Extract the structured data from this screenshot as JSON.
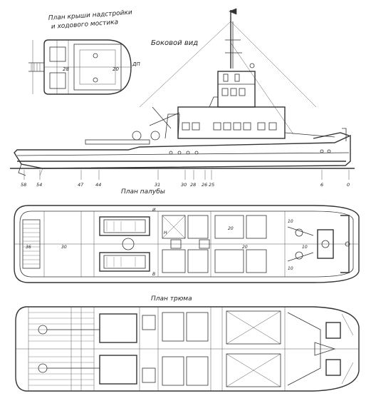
{
  "labels": {
    "roof_plan_title_1": "План крыши надстройки",
    "roof_plan_title_2": "и ходового мостика",
    "side_view_title": "Боковой вид",
    "deck_plan_title": "План палубы",
    "hold_plan_title": "План трюма",
    "dp": "ДП"
  },
  "frame_numbers": [
    "58",
    "54",
    "47",
    "44",
    "31",
    "30",
    "28",
    "26",
    "25",
    "6",
    "0"
  ],
  "roof_room_numbers": [
    "28",
    "20"
  ],
  "deck_room_numbers": [
    "36",
    "30",
    "20",
    "20",
    "10",
    "10",
    "10"
  ],
  "section_letters": [
    "И",
    "Н",
    "В"
  ]
}
